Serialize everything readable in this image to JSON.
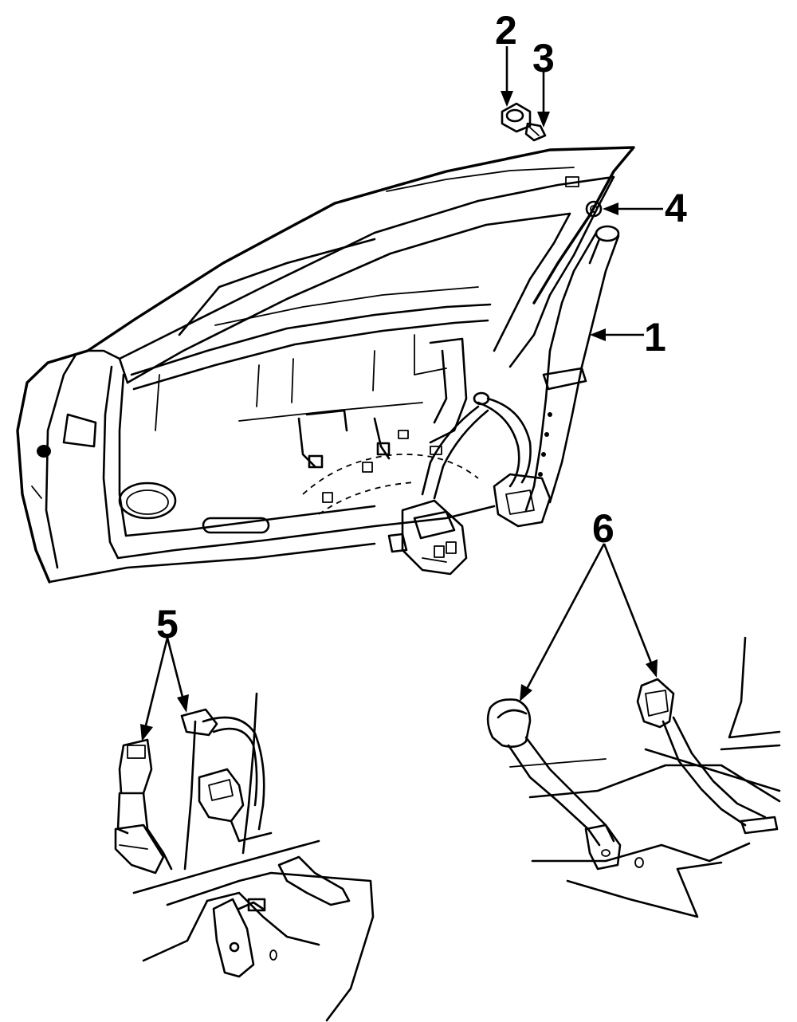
{
  "callouts": {
    "c1": "1",
    "c2": "2",
    "c3": "3",
    "c4": "4",
    "c5": "5",
    "c6": "6"
  },
  "colors": {
    "ink": "#000000",
    "paper": "#ffffff"
  }
}
